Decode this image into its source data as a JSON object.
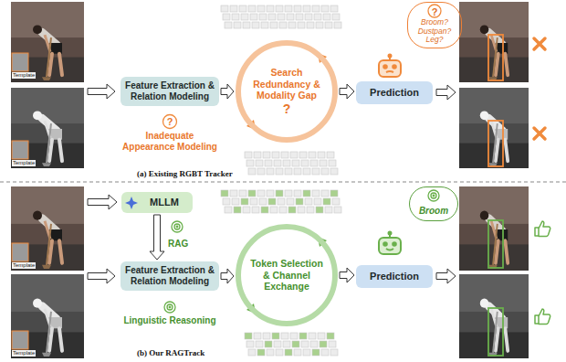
{
  "diagram": {
    "nodes": [
      {
        "text": [
          "Feature Extraction & Relation Modeling"
        ]
      },
      {
        "text": [
          "Search Redundancy & Modality Gap",
          "?"
        ]
      },
      {
        "text": [
          "?",
          "Broom? Dustpan? Leg?"
        ]
      },
      {
        "text": [
          "Prediction"
        ]
      },
      {
        "text": [
          "MLLM"
        ]
      },
      {
        "text": [
          "Feature Extraction & Relation Modeling"
        ]
      },
      {
        "text": [
          "Token Selection & Channel Exchange"
        ]
      },
      {
        "text": [
          "Broom"
        ]
      },
      {
        "text": [
          "Prediction"
        ]
      }
    ],
    "edges": [
      {
        "from": 0,
        "to": 1,
        "arrow": "to"
      },
      {
        "from": 1,
        "to": 3,
        "arrow": "to"
      },
      {
        "from": 4,
        "to": 5,
        "label": "RAG",
        "arrow": "to"
      },
      {
        "from": 5,
        "to": 6,
        "arrow": "to"
      },
      {
        "from": 6,
        "to": 8,
        "arrow": "to"
      }
    ],
    "labels": [
      "Template",
      "Template",
      "?",
      "Inadequate Appearance Modeling",
      "(a) Existing RGBT Tracker",
      "Template",
      "Template",
      "Linguistic Reasoning",
      "(b) Our RAGTrack"
    ]
  }
}
